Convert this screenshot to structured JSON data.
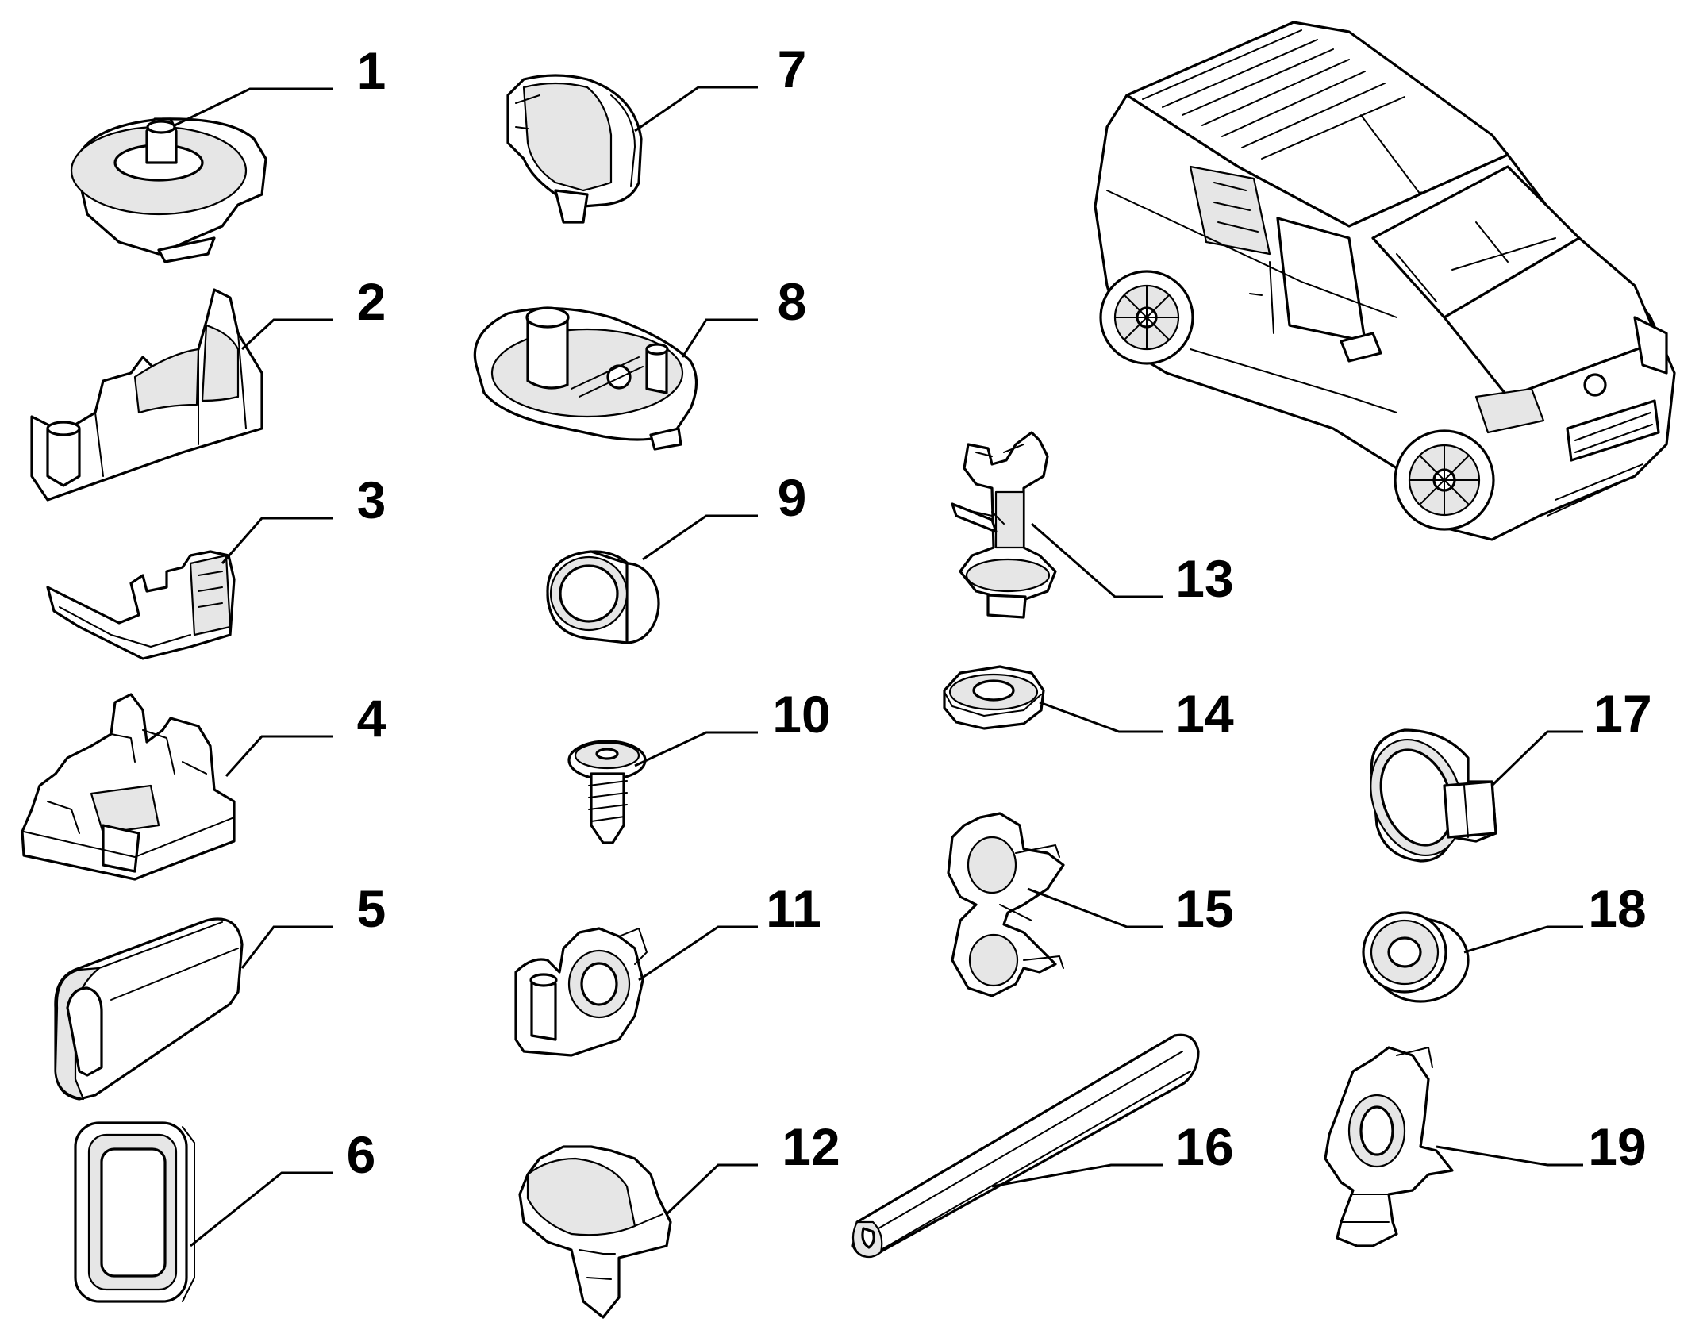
{
  "diagram": {
    "callouts": [
      {
        "id": "1",
        "label": "1"
      },
      {
        "id": "2",
        "label": "2"
      },
      {
        "id": "3",
        "label": "3"
      },
      {
        "id": "4",
        "label": "4"
      },
      {
        "id": "5",
        "label": "5"
      },
      {
        "id": "6",
        "label": "6"
      },
      {
        "id": "7",
        "label": "7"
      },
      {
        "id": "8",
        "label": "8"
      },
      {
        "id": "9",
        "label": "9"
      },
      {
        "id": "10",
        "label": "10"
      },
      {
        "id": "11",
        "label": "11"
      },
      {
        "id": "12",
        "label": "12"
      },
      {
        "id": "13",
        "label": "13"
      },
      {
        "id": "14",
        "label": "14"
      },
      {
        "id": "15",
        "label": "15"
      },
      {
        "id": "16",
        "label": "16"
      },
      {
        "id": "17",
        "label": "17"
      },
      {
        "id": "18",
        "label": "18"
      },
      {
        "id": "19",
        "label": "19"
      }
    ],
    "colors": {
      "line": "#000000",
      "background": "#ffffff",
      "shade": "#e6e6e6"
    }
  }
}
